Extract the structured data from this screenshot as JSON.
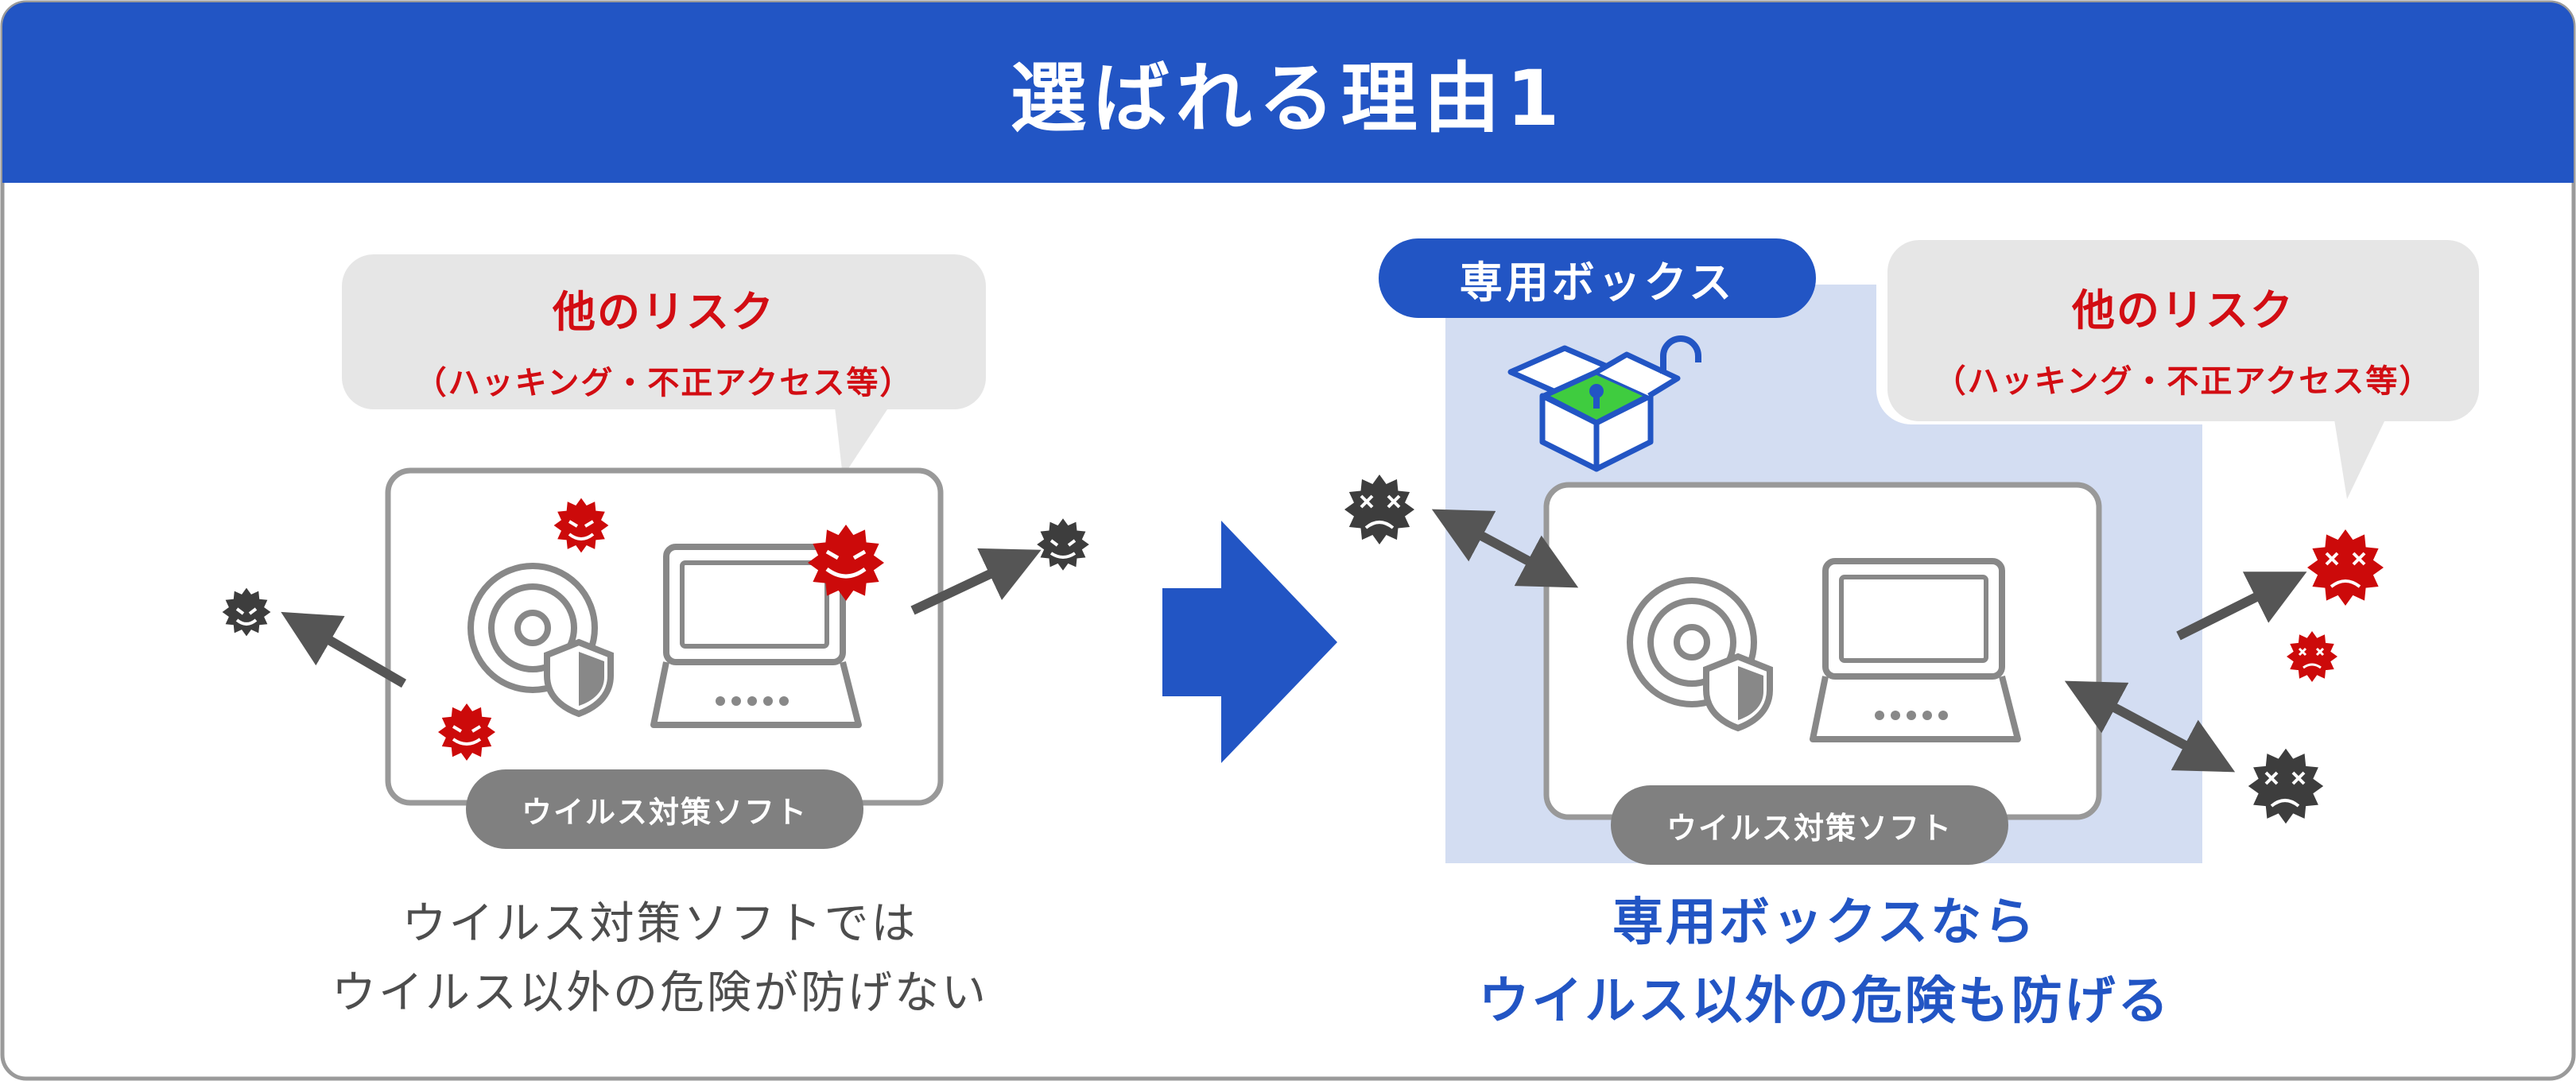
{
  "header": {
    "title": "選ばれる理由1"
  },
  "left_panel": {
    "bubble_line1": "他のリスク",
    "bubble_line2": "（ハッキング・不正アクセス等）",
    "software_label": "ウイルス対策ソフト",
    "caption_line1": "ウイルス対策ソフトでは",
    "caption_line2": "ウイルス以外の危険が防げない"
  },
  "right_panel": {
    "box_label": "専用ボックス",
    "bubble_line1": "他のリスク",
    "bubble_line2": "（ハッキング・不正アクセス等）",
    "software_label": "ウイルス対策ソフト",
    "caption_line1": "専用ボックスなら",
    "caption_line2": "ウイルス以外の危険も防げる"
  },
  "colors": {
    "brand_blue": "#2255c4",
    "threat_red": "#cc0a0a",
    "threat_dark": "#3d3d3d",
    "box_highlight": "#d3ddf2",
    "lock_green": "#3fcc3f",
    "bubble_gray": "#e6e6e6",
    "icon_gray": "#888888"
  },
  "icons": [
    "virus-icon",
    "disc-icon",
    "shield-icon",
    "laptop-icon",
    "box-icon",
    "padlock-icon",
    "arrow-icon"
  ]
}
